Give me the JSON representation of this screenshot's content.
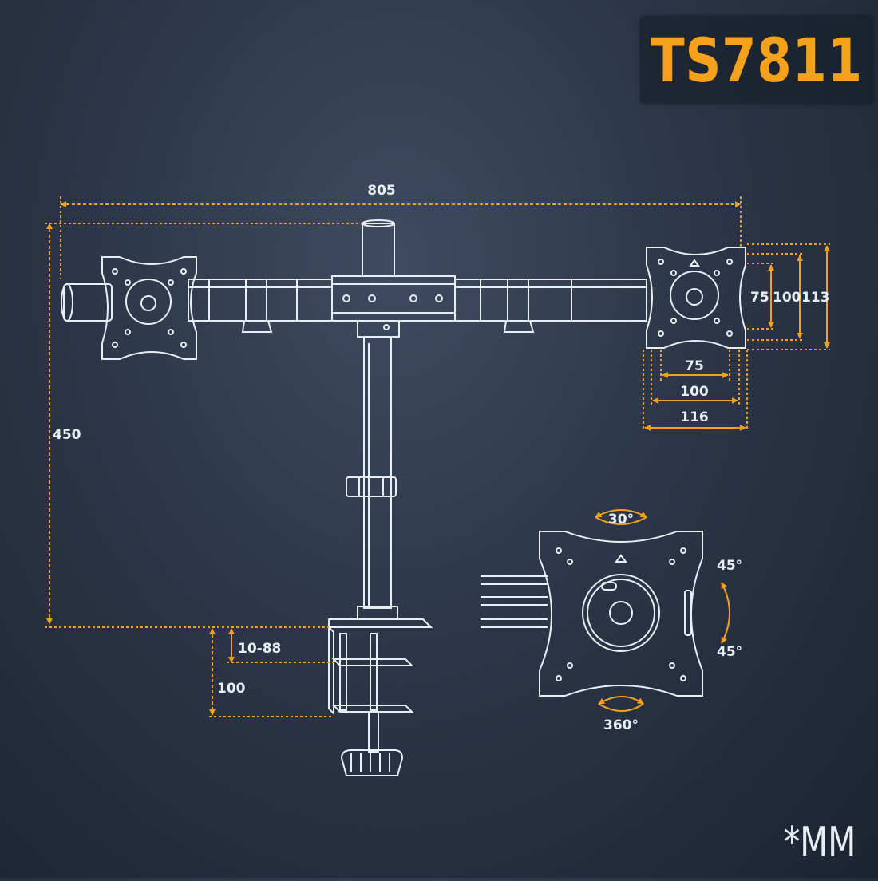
{
  "model": "TS7811",
  "units_note": "*MM",
  "dimensions": {
    "overall_width": "805",
    "pole_height": "450",
    "vesa_height_small": "75",
    "vesa_height_mid": "100",
    "vesa_height_large": "113",
    "vesa_width_small": "75",
    "vesa_width_mid": "100",
    "vesa_width_large": "116",
    "clamp_range": "10-88",
    "clamp_depth": "100"
  },
  "rotation": {
    "rotate": "30°",
    "tilt_up": "45°",
    "tilt_down": "45°",
    "swivel": "360°"
  },
  "colors": {
    "accent": "#f4a21b",
    "line": "#e9eef5",
    "background": "#2c3648"
  }
}
